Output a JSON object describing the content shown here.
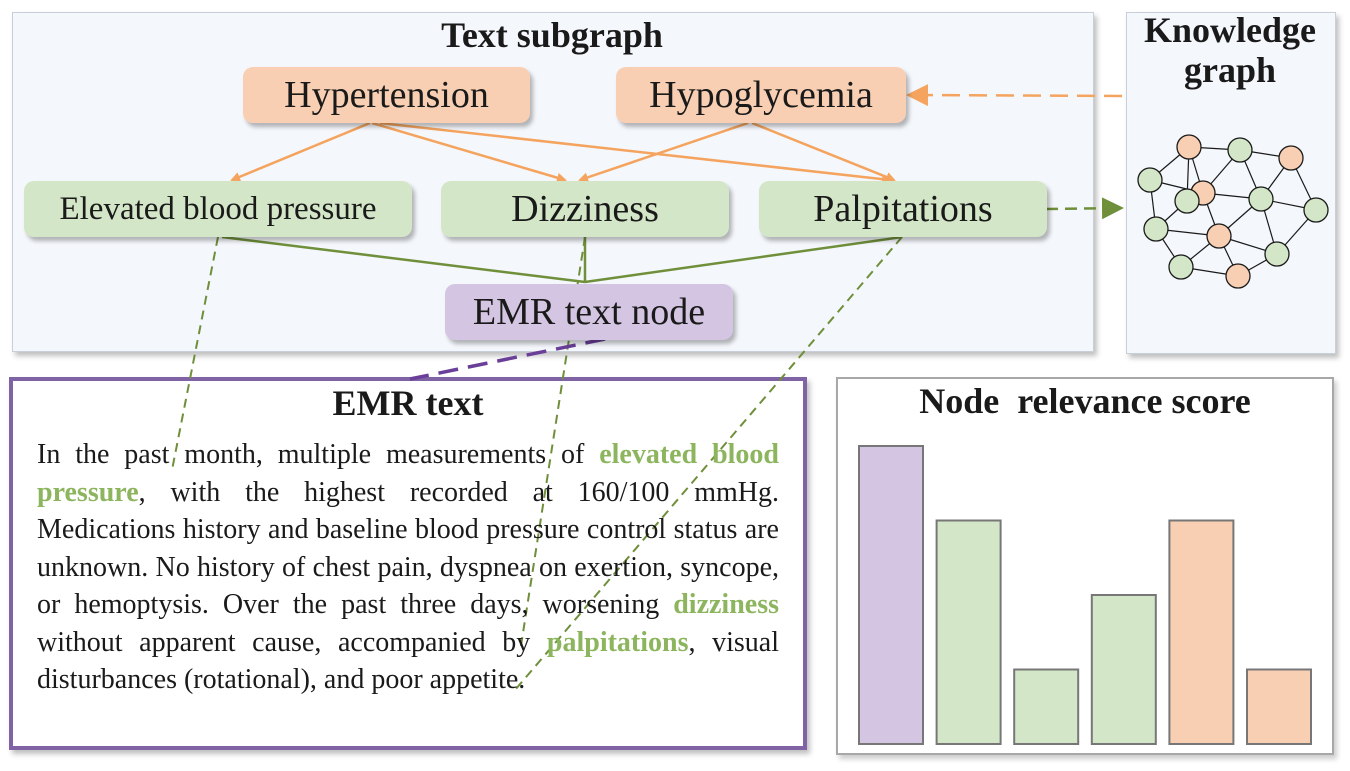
{
  "subgraph": {
    "title": "Text subgraph",
    "nodes": {
      "hypertension": "Hypertension",
      "hypoglycemia": "Hypoglycemia",
      "elevated": "Elevated blood pressure",
      "dizziness": "Dizziness",
      "palpitations": "Palpitations",
      "emr_node": "EMR text node"
    }
  },
  "knowledge_graph": {
    "title_line1": "Knowledge",
    "title_line2": "graph"
  },
  "emr": {
    "title": "EMR text",
    "seg1": "In the past month, multiple measurements of ",
    "hl1": "elevated blood pressure",
    "seg2": ", with the highest recorded at 160/100 mmHg. Medications history and baseline blood pressure control status are unknown. No history of chest pain, dyspnea on exertion, syncope, or hemoptysis. Over the past three days, worsening ",
    "hl2": "dizziness",
    "seg3": " without apparent cause, accompanied by ",
    "hl3": "palpitations",
    "seg4": ", visual disturbances (rotational), and poor appetite."
  },
  "score": {
    "title": "Node  relevance score"
  },
  "chart_data": {
    "type": "bar",
    "title": "Node  relevance score",
    "ylim": [
      0,
      1
    ],
    "values": [
      1.0,
      0.75,
      0.25,
      0.5,
      0.75,
      0.25
    ],
    "colors": [
      "#d4c5e2",
      "#d4e6c8",
      "#d4e6c8",
      "#d4e6c8",
      "#f8cfb3",
      "#f8cfb3"
    ]
  },
  "colors": {
    "orange_node": "#f8cfb3",
    "green_node": "#d4e6c8",
    "purple_node": "#d4c5e2",
    "orange_edge": "#f4a45e",
    "green_edge": "#6f8f3a",
    "purple_edge": "#6a3f99",
    "emr_border": "#7f63a5",
    "highlight_text": "#8cb55e"
  }
}
